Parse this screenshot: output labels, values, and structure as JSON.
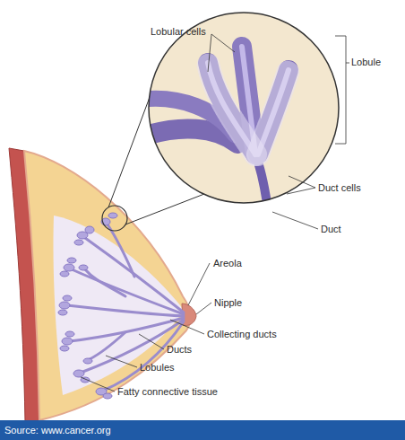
{
  "diagram": {
    "caption": "Source: www.cancer.org",
    "labels": [
      "Lobular cells",
      "Lobule",
      "Duct cells",
      "Duct",
      "Areola",
      "Nipple",
      "Collecting ducts",
      "Ducts",
      "Lobules",
      "Fatty connective tissue"
    ]
  }
}
